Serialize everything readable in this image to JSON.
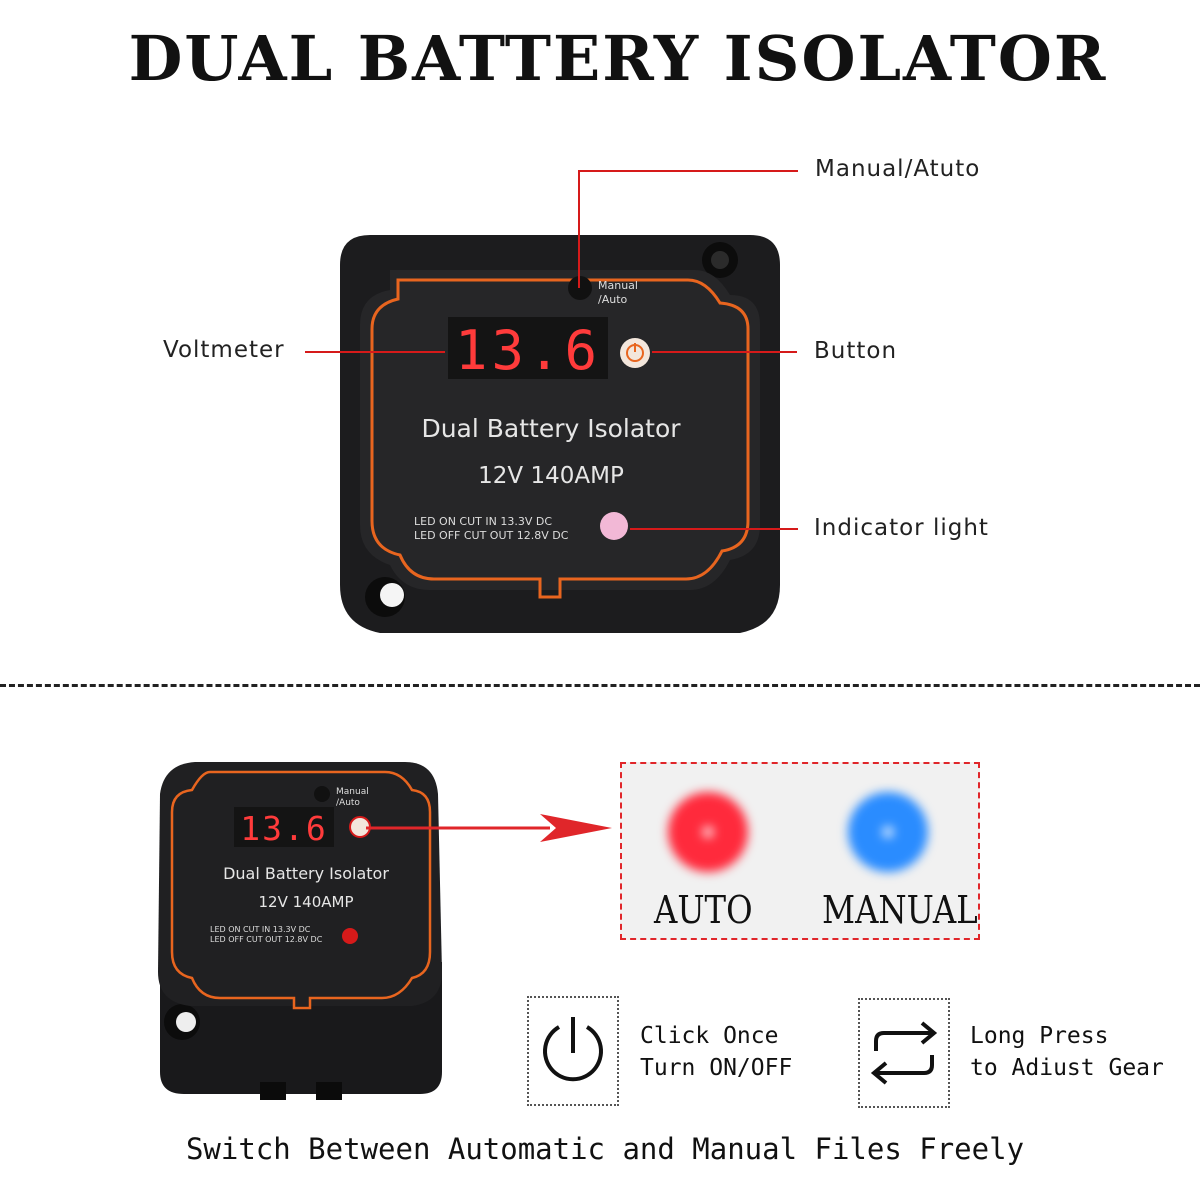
{
  "title": "DUAL BATTERY ISOLATOR",
  "callouts": {
    "manual_auto": "Manual/Atuto",
    "voltmeter": "Voltmeter",
    "button": "Button",
    "indicator": "Indicator light"
  },
  "device": {
    "display_value": "13.6",
    "switch_label_line1": "Manual",
    "switch_label_line2": "/Auto",
    "name": "Dual Battery Isolator",
    "rating": "12V  140AMP",
    "led_line1": "LED ON CUT IN 13.3V DC",
    "led_line2": "LED OFF CUT OUT 12.8V DC"
  },
  "modes": [
    {
      "label": "AUTO",
      "color": "#ff2a3c"
    },
    {
      "label": "MANUAL",
      "color": "#2a8cff"
    }
  ],
  "instructions": [
    {
      "icon": "power-icon",
      "line1": "Click Once",
      "line2": "Turn ON/OFF"
    },
    {
      "icon": "repeat-icon",
      "line1": "Long Press",
      "line2": "to Adiust Gear"
    }
  ],
  "footer": "Switch Between Automatic and Manual Files Freely",
  "colors": {
    "accent": "#d61a1a",
    "housing": "#1f1f21",
    "trim": "#e8651f",
    "led_digits": "#ff3b3b"
  }
}
